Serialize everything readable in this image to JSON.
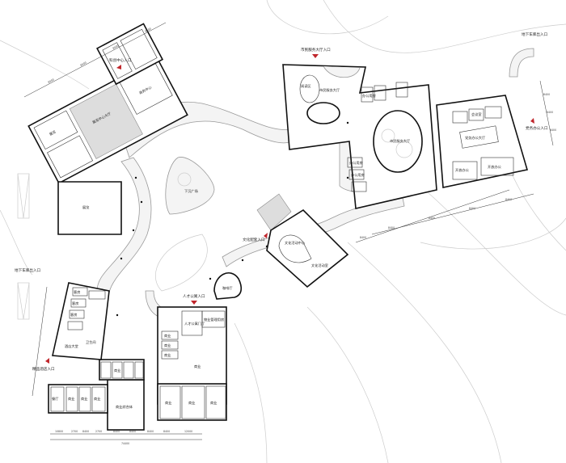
{
  "plan": {
    "entrances": {
      "tech_center": "科创中心入口",
      "service_hall": "市民服务大厅入口",
      "parking_ne": "地下车库出入口",
      "party_office": "党务办公入口",
      "culture": "文化配套入口",
      "talent_apartment": "人才公寓入口",
      "hotel": "精品酒店入口",
      "parking_w": "地下车库出入口"
    },
    "rooms": {
      "business_center": "商务中心",
      "exhibition_hall": "展览中心大厅",
      "exhibition": "展览",
      "sunken_plaza": "下沉广场",
      "service_hall": "市民服务大厅",
      "service_hall2": "市民服务大厅",
      "reading": "阅读区",
      "office": "办公用房",
      "party_hall": "党务办公大厅",
      "open_office": "开放办公",
      "meeting": "会议室",
      "culture_activity": "文化活动中心",
      "culture_room": "文化活动室",
      "cafe": "咖啡厅",
      "apartment_lobby": "人才公寓门厅",
      "shop": "商业",
      "mgmt": "物业管理用房",
      "retail_complex": "商业综合体",
      "hotel_lobby": "酒店大堂",
      "guest_room": "客房",
      "restaurant": "餐厅",
      "restroom": "卫生间",
      "lobby": "大堂"
    },
    "dimensions": {
      "bottom": [
        "10800",
        "2700",
        "8400",
        "2700",
        "8400",
        "8400",
        "8400",
        "8400",
        "12000"
      ],
      "bottom_total": "74400",
      "top_left": [
        "8400",
        "8400",
        "8400",
        "8400"
      ],
      "top_right": [
        "8400",
        "8400",
        "8400",
        "8400"
      ],
      "right": [
        "8400",
        "8400",
        "8400"
      ],
      "mid": [
        "8400",
        "8400",
        "8400",
        "8400",
        "8400"
      ]
    }
  }
}
